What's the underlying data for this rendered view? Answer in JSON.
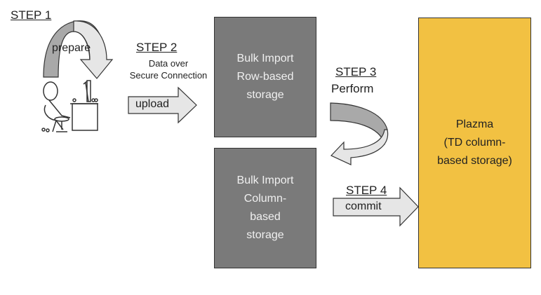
{
  "steps": {
    "step1": {
      "title": "STEP 1",
      "arrow_label": "prepare"
    },
    "step2": {
      "title": "STEP 2",
      "subtitle_line1": "Data over",
      "subtitle_line2": "Secure Connection",
      "arrow_label": "upload"
    },
    "step3": {
      "title": "STEP 3",
      "subtitle": "Perform"
    },
    "step4": {
      "title": "STEP 4",
      "arrow_label": "commit"
    }
  },
  "boxes": {
    "row_storage": "Bulk Import\nRow-based\nstorage",
    "column_storage": "Bulk Import\nColumn-\nbased\nstorage",
    "plazma": "Plazma\n(TD column-\nbased storage)"
  },
  "colors": {
    "storage_box": "#7a7a7a",
    "plazma_box": "#f2c142",
    "arrow_light": "#e6e6e6",
    "arrow_dark": "#a9a9a9"
  }
}
